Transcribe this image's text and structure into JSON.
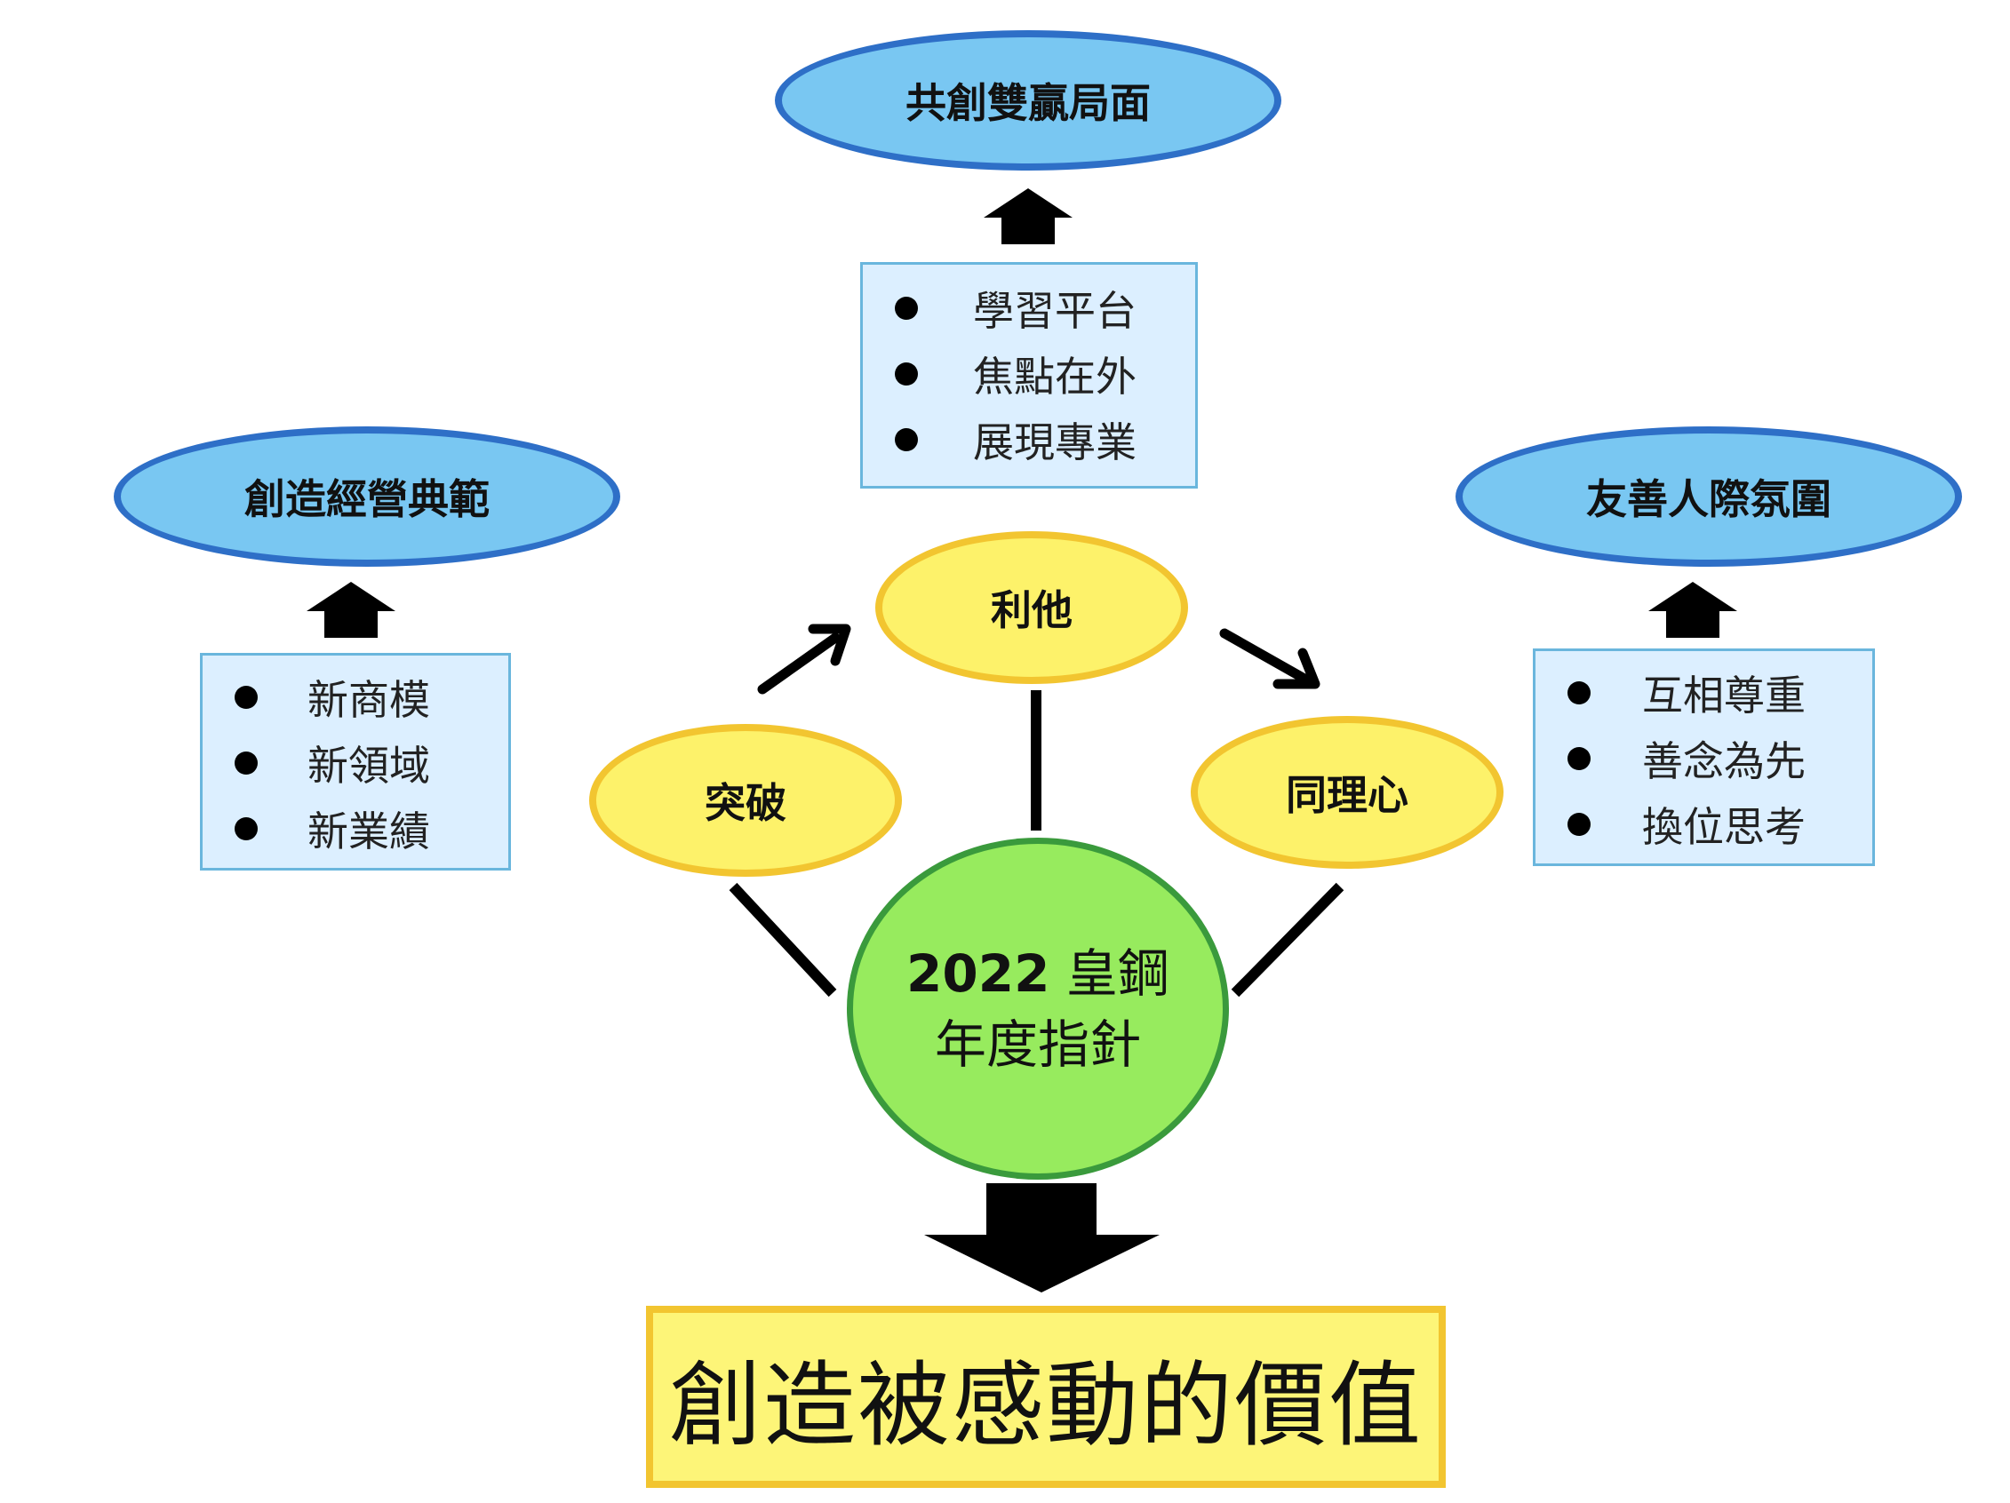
{
  "goals": {
    "top": "共創雙贏局面",
    "left": "創造經營典範",
    "right": "友善人際氛圍"
  },
  "bullets": {
    "top": [
      "學習平台",
      "焦點在外",
      "展現專業"
    ],
    "left": [
      "新商模",
      "新領域",
      "新業績"
    ],
    "right": [
      "互相尊重",
      "善念為先",
      "換位思考"
    ]
  },
  "values": {
    "top": "利他",
    "left": "突破",
    "right": "同理心"
  },
  "core": {
    "year": "2022",
    "brand": "皇鋼",
    "title": "年度指針"
  },
  "result": "創造被感動的價值",
  "colors": {
    "goal_fill": "#79c7f2",
    "goal_border": "#2e6fc7",
    "box_fill": "#dcefff",
    "value_fill": "#fdf26a",
    "core_fill": "#97eb5e",
    "result_fill": "#fdf578"
  }
}
